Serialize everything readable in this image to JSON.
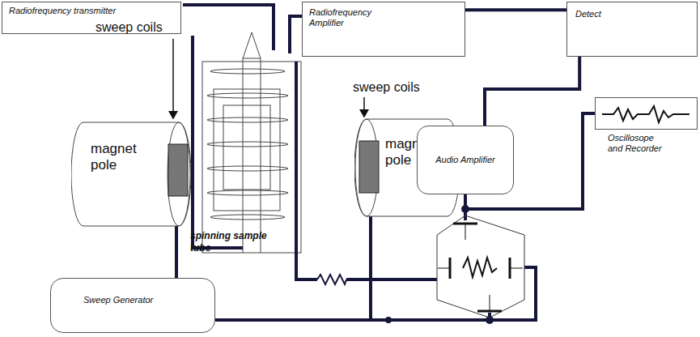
{
  "diagram": {
    "nodes": [
      {
        "text": [
          "Radiofrequency transmitter"
        ]
      },
      {
        "text": [
          "Radiofrequency Amplifier"
        ]
      },
      {
        "text": [
          "Detect"
        ]
      },
      {
        "text": [
          "magnet pole"
        ]
      },
      {
        "text": [
          "magnet pole"
        ]
      },
      {
        "text": [
          "Audio Amplifier"
        ]
      },
      {
        "text": [
          "Oscillosope and Recorder"
        ]
      },
      {
        "text": [
          "Sweep Generator"
        ]
      }
    ],
    "edges": [
      {
        "from": 1,
        "to": 2,
        "arrow": "none"
      },
      {
        "from": 2,
        "to": 5,
        "arrow": "none"
      },
      {
        "from": 5,
        "to": 6,
        "arrow": "none"
      }
    ],
    "labels": [
      "sweep coils",
      "sweep coils",
      "spinning sample tube"
    ]
  }
}
